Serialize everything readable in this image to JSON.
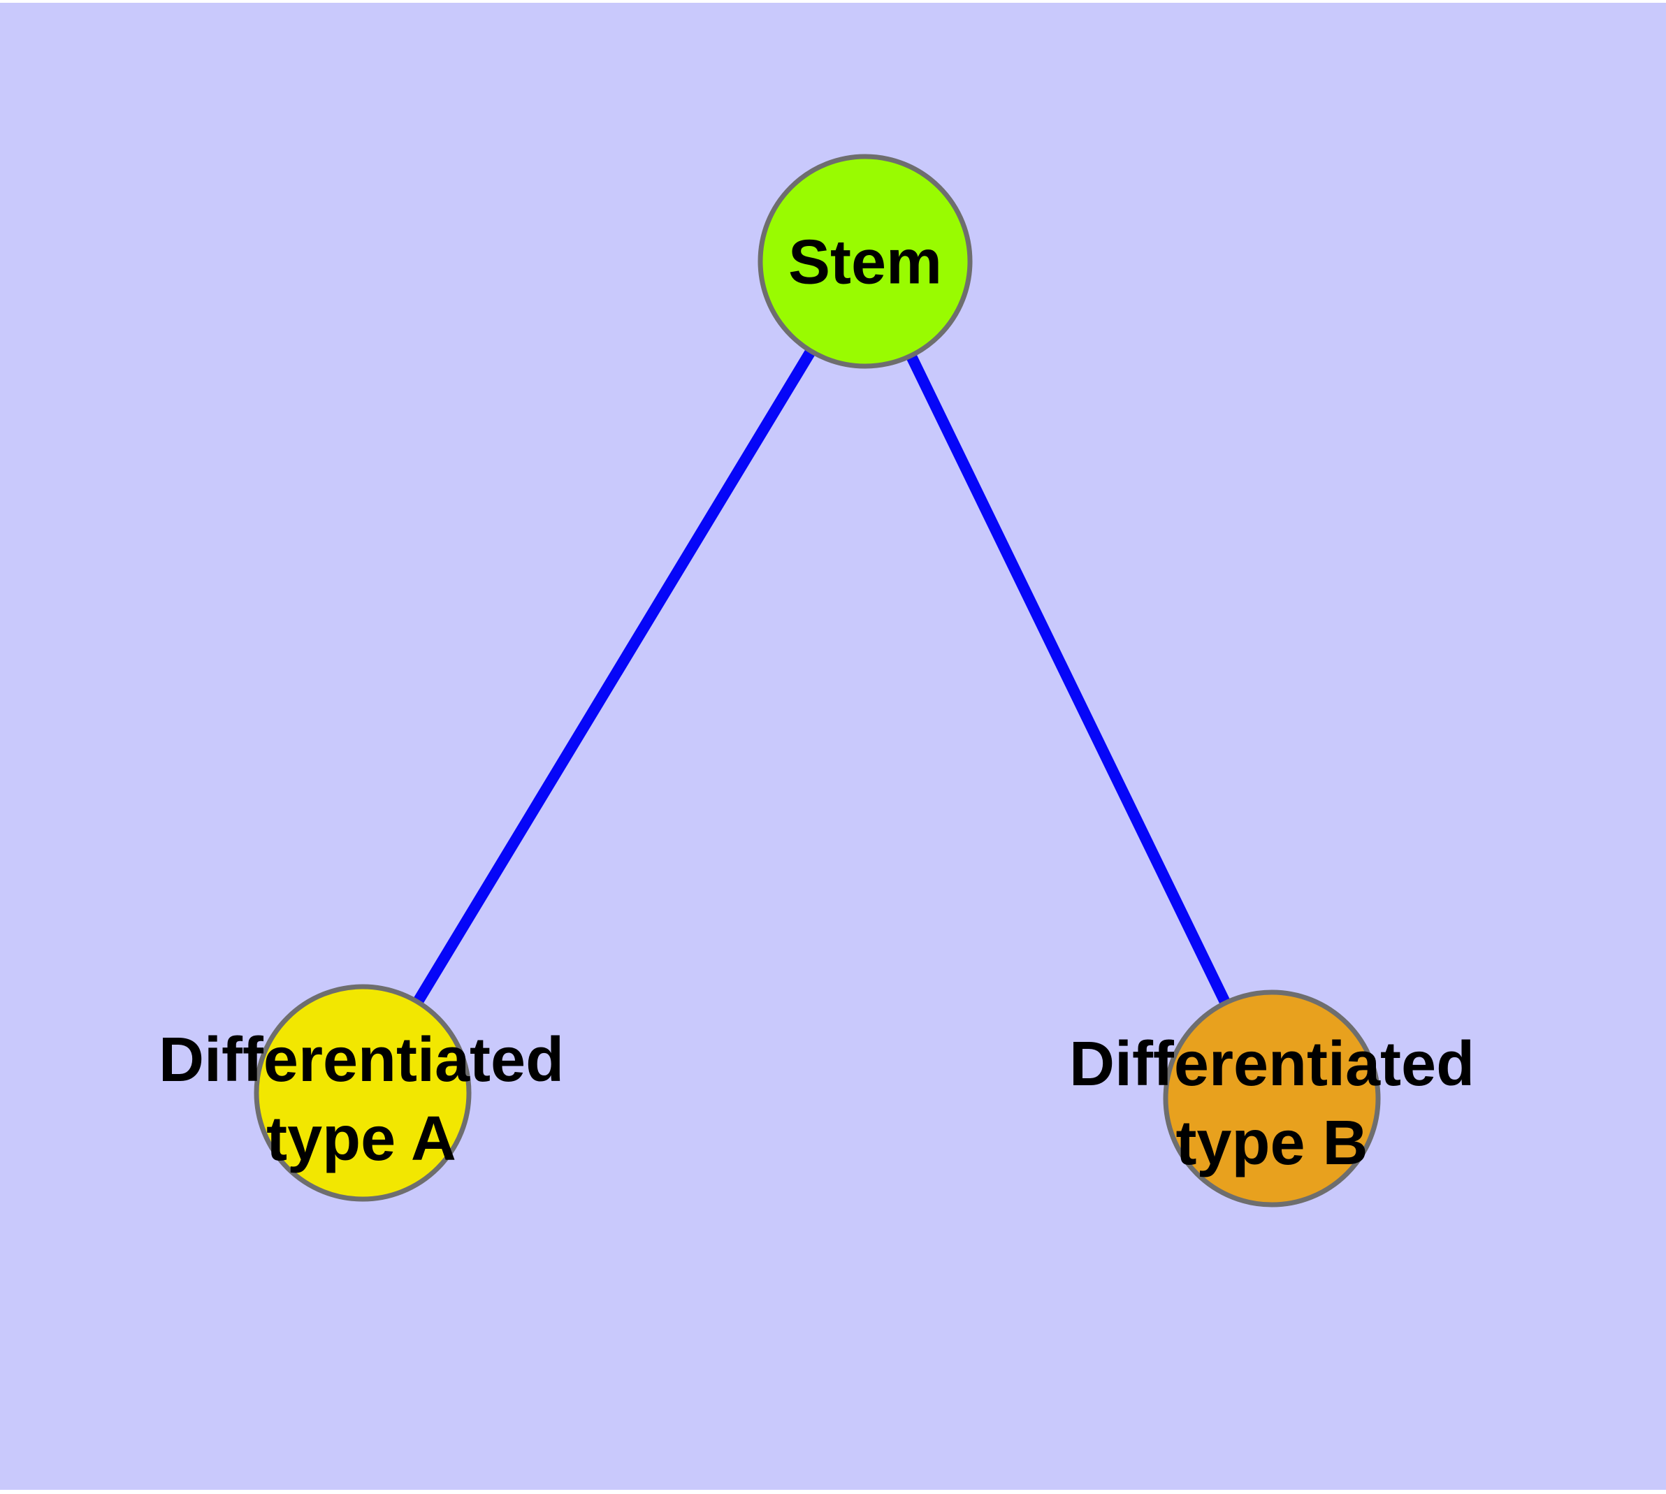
{
  "diagram": {
    "type": "node-link-graph",
    "background_color": "#C9C9FC",
    "page_margin_color": "#FFFFFF",
    "edge_color": "#0606F8",
    "node_border_color": "#6E6E6E",
    "text_color": "#000000",
    "nodes": [
      {
        "label": "Stem",
        "label_lines": [
          "Stem"
        ],
        "color": "#99FB01",
        "shape": "circle"
      },
      {
        "label": "Differentiated type A",
        "label_lines": [
          "Differentiated",
          "type A"
        ],
        "color": "#F2E701",
        "shape": "circle"
      },
      {
        "label": "Differentiated type B",
        "label_lines": [
          "Differentiated",
          "type B"
        ],
        "color": "#E8A11E",
        "shape": "circle"
      }
    ],
    "edges": [
      {
        "from": "Stem",
        "to": "Differentiated type A"
      },
      {
        "from": "Stem",
        "to": "Differentiated type B"
      }
    ]
  }
}
